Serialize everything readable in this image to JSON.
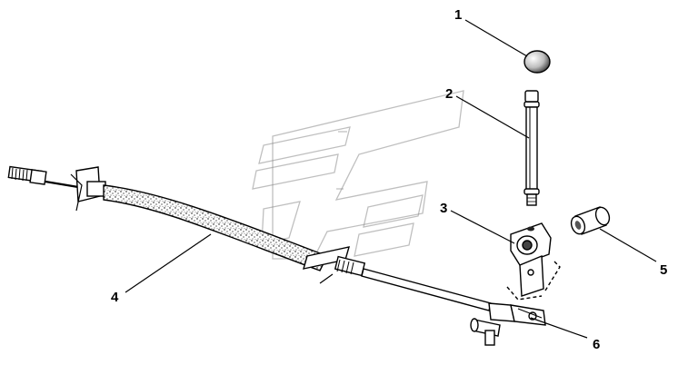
{
  "callouts": [
    {
      "id": "1",
      "text": "1"
    },
    {
      "id": "2",
      "text": "2"
    },
    {
      "id": "3",
      "text": "3"
    },
    {
      "id": "4",
      "text": "4"
    },
    {
      "id": "5",
      "text": "5"
    },
    {
      "id": "6",
      "text": "6"
    }
  ],
  "parts": [
    {
      "callout": "1",
      "icon": "knob-ball"
    },
    {
      "callout": "2",
      "icon": "shift-lever-rod"
    },
    {
      "callout": "3",
      "icon": "clamp-bracket"
    },
    {
      "callout": "4",
      "icon": "shift-cable-assembly"
    },
    {
      "callout": "5",
      "icon": "sleeve-bushing"
    },
    {
      "callout": "6",
      "icon": "clevis-fitting"
    }
  ],
  "colors": {
    "line": "#000000",
    "watermark": "#8a8a8a",
    "background": "#ffffff"
  }
}
